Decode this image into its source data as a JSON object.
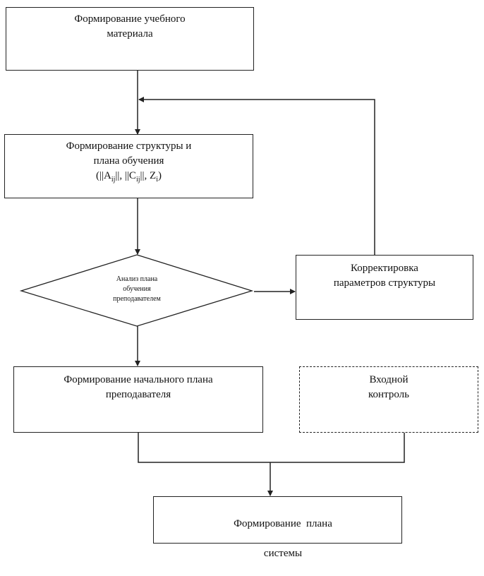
{
  "diagram": {
    "type": "flowchart",
    "nodes": [
      {
        "id": "n1",
        "shape": "rect",
        "lines": [
          "Формирование учебного",
          "материала"
        ]
      },
      {
        "id": "n2",
        "shape": "rect",
        "lines": [
          "Формирование структуры и",
          "плана обучения"
        ],
        "formula": {
          "open": "(||A",
          "sub1": "ij",
          "mid1": "||, ||C",
          "sub2": "ij",
          "mid2": "||, Z",
          "sub3": "i",
          "close": ")"
        }
      },
      {
        "id": "n3",
        "shape": "diamond",
        "lines": [
          "Анализ плана",
          "обучения",
          "преподавателем"
        ]
      },
      {
        "id": "n4",
        "shape": "rect",
        "lines": [
          "Корректировка",
          "параметров структуры"
        ]
      },
      {
        "id": "n5",
        "shape": "rect",
        "lines": [
          "Формирование начального плана",
          "преподавателя"
        ]
      },
      {
        "id": "n6",
        "shape": "rect-dashed",
        "lines": [
          "Входной",
          "контроль"
        ]
      },
      {
        "id": "n7",
        "shape": "rect",
        "lines": [
          "Формирование  плана",
          "системы"
        ]
      }
    ],
    "edges": [
      {
        "from": "n1",
        "to": "n2"
      },
      {
        "from": "n2",
        "to": "n3"
      },
      {
        "from": "n3",
        "to": "n4"
      },
      {
        "from": "n4",
        "to": "n2",
        "note": "feedback loop"
      },
      {
        "from": "n3",
        "to": "n5"
      },
      {
        "from": "n5",
        "to": "n7"
      },
      {
        "from": "n6",
        "to": "n7"
      }
    ]
  }
}
